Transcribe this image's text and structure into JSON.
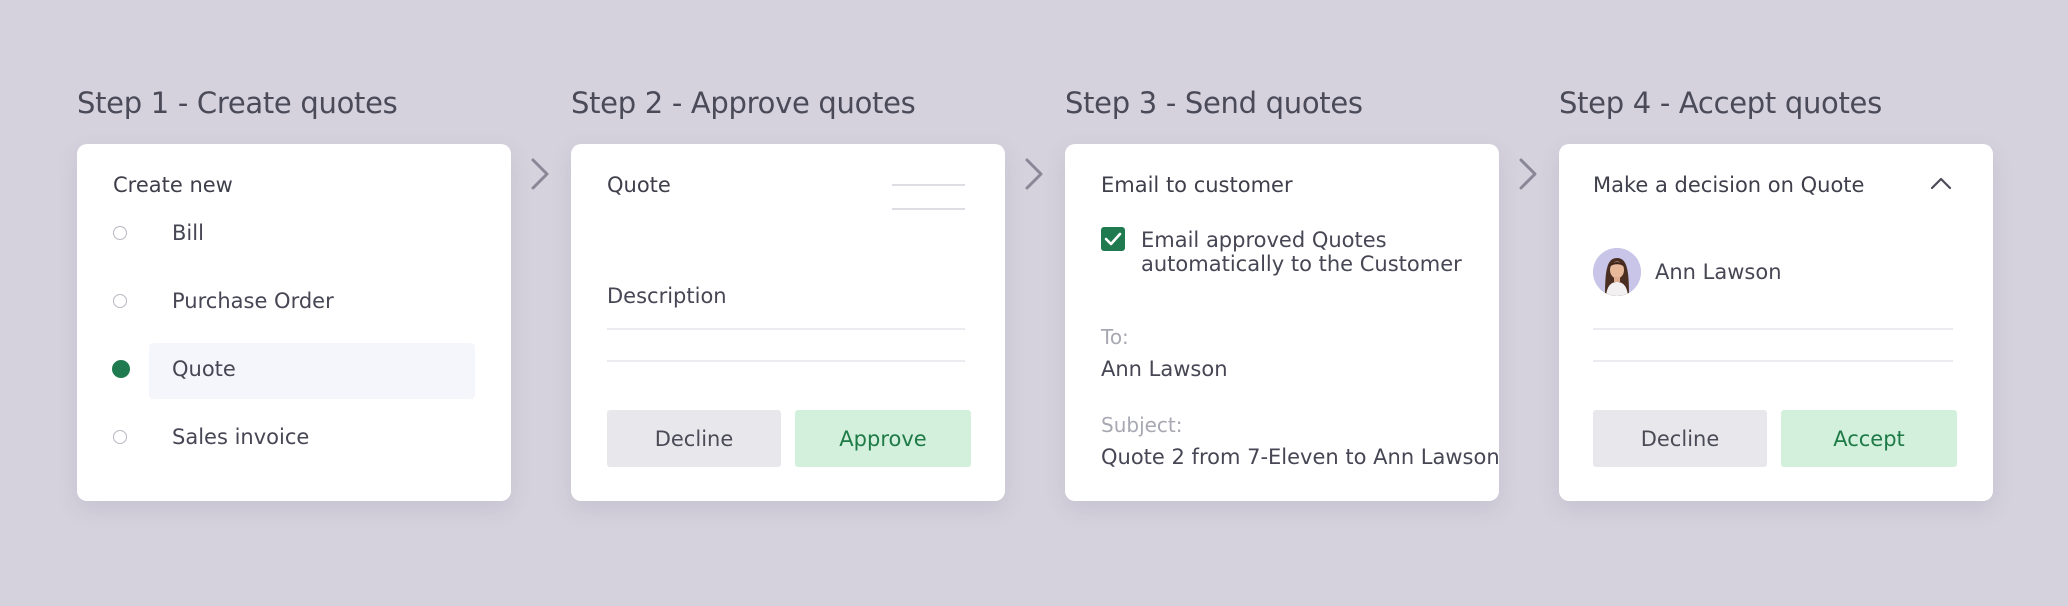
{
  "steps": [
    {
      "heading": "Step 1 - Create quotes"
    },
    {
      "heading": "Step 2 - Approve quotes"
    },
    {
      "heading": "Step 3 - Send quotes"
    },
    {
      "heading": "Step 4 - Accept quotes"
    }
  ],
  "step1": {
    "title": "Create new",
    "options": [
      {
        "label": "Bill",
        "selected": false
      },
      {
        "label": "Purchase Order",
        "selected": false
      },
      {
        "label": "Quote",
        "selected": true
      },
      {
        "label": "Sales invoice",
        "selected": false
      }
    ]
  },
  "step2": {
    "title": "Quote",
    "description_label": "Description",
    "decline_label": "Decline",
    "approve_label": "Approve"
  },
  "step3": {
    "title": "Email to customer",
    "checkbox_checked": true,
    "checkbox_label": "Email approved Quotes automatically to the Customer",
    "to_label": "To:",
    "to_value": "Ann Lawson",
    "subject_label": "Subject:",
    "subject_value": "Quote 2 from 7-Eleven to Ann Lawson"
  },
  "step4": {
    "title": "Make a decision on Quote",
    "person_name": "Ann Lawson",
    "decline_label": "Decline",
    "accept_label": "Accept"
  },
  "colors": {
    "background": "#d5d2dd",
    "accent_green": "#1f7a50",
    "accept_bg": "#d3f0dc",
    "decline_bg": "#e8e8ec"
  },
  "icons": [
    "chevron-right-icon",
    "chevron-up-icon",
    "checkmark-icon",
    "lines-icon"
  ]
}
